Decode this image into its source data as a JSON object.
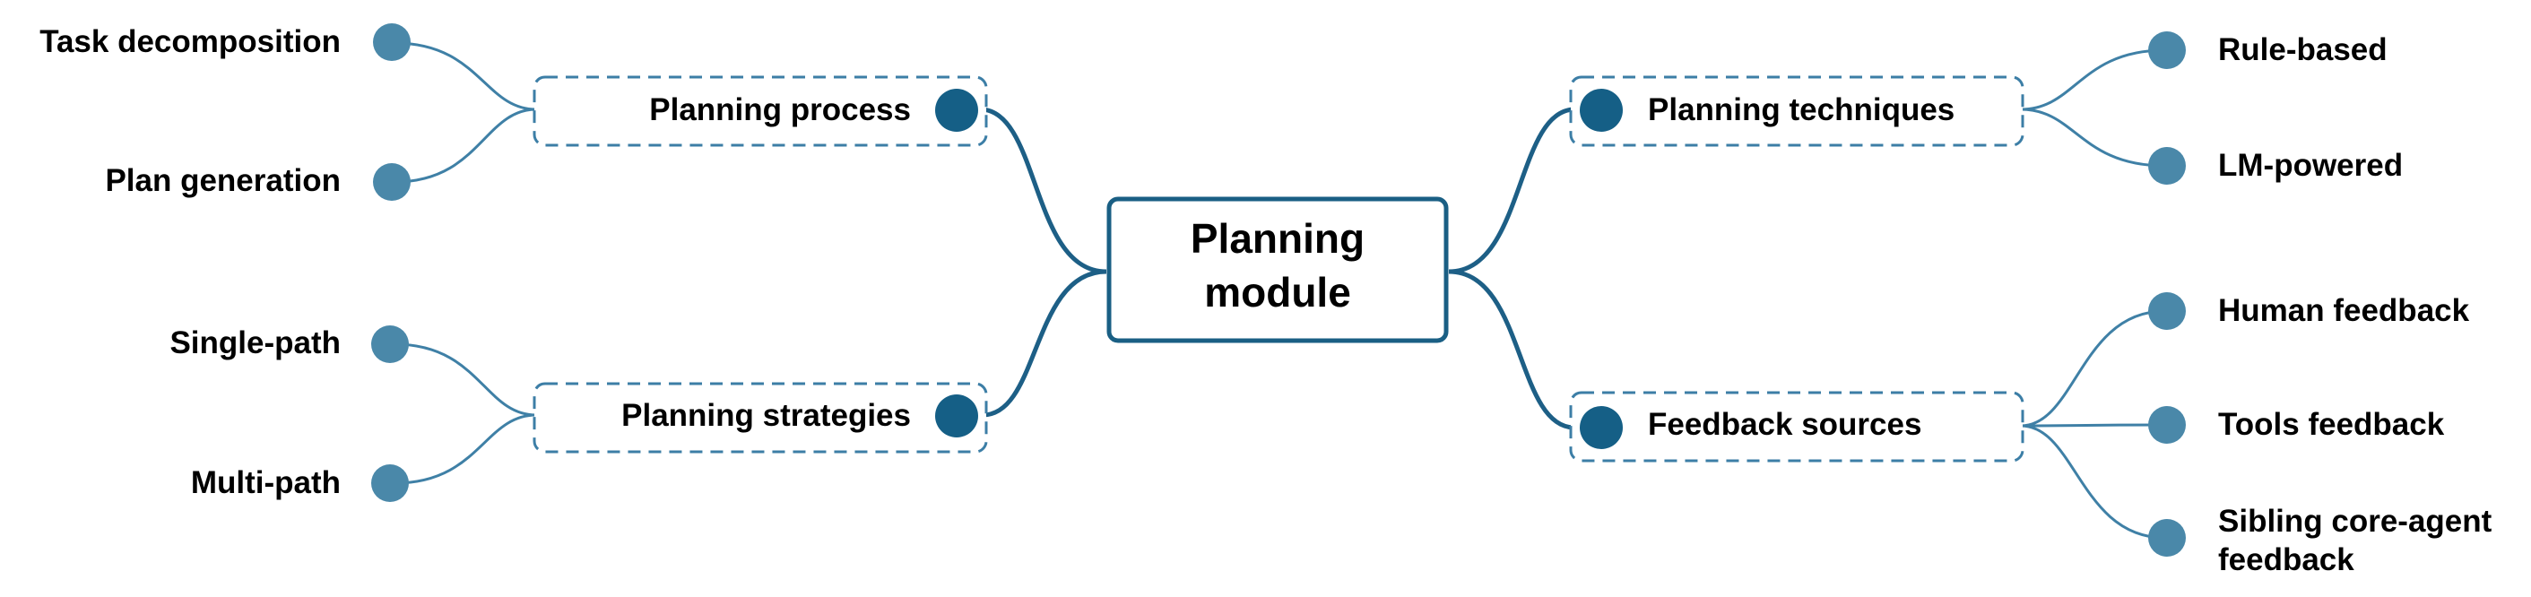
{
  "center": {
    "line1": "Planning",
    "line2": "module"
  },
  "branches": {
    "planning_process": {
      "label": "Planning process",
      "children": [
        "Task decomposition",
        "Plan generation"
      ]
    },
    "planning_strategies": {
      "label": "Planning strategies",
      "children": [
        "Single-path",
        "Multi-path"
      ]
    },
    "planning_techniques": {
      "label": "Planning techniques",
      "children": [
        "Rule-based",
        "LM-powered"
      ]
    },
    "feedback_sources": {
      "label": "Feedback sources",
      "children": [
        "Human feedback",
        "Tools feedback",
        "Sibling core-agent",
        "feedback"
      ]
    }
  },
  "colors": {
    "dark_node": "#155f86",
    "light_node": "#4a88a9",
    "line": "#2e6f96",
    "box_border": "#3c7ea6"
  }
}
